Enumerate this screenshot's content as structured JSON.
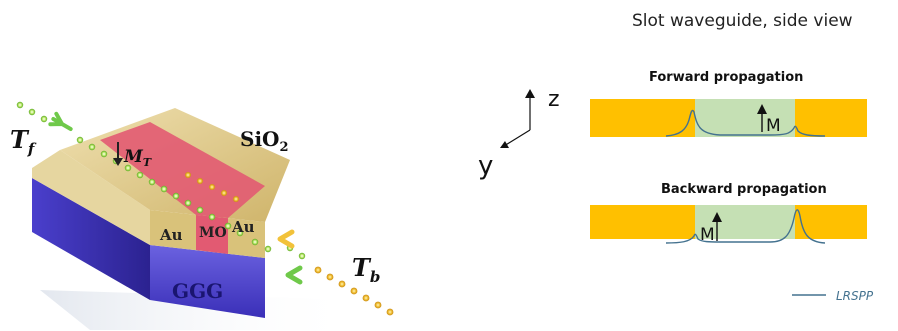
{
  "left_panel": {
    "labels": {
      "t_forward": "T",
      "t_forward_sub": "f",
      "t_backward": "T",
      "t_backward_sub": "b",
      "magnetization": "M",
      "magnetization_sub": "T",
      "cladding": "SiO",
      "cladding_sub": "2",
      "electrode_left": "Au",
      "mo_layer": "MO",
      "electrode_right": "Au",
      "substrate": "GGG"
    },
    "colors": {
      "substrate_blue": "#5b4fd4",
      "gold_layer": "#d9c27a",
      "mo_stripe": "#e25a72",
      "light_dot": "#8fcf3a",
      "arrow_glow": "#6fc94a"
    }
  },
  "right_panel": {
    "title": "Slot waveguide, side view",
    "axes": {
      "z_label": "z",
      "y_label": "y"
    },
    "forward": {
      "heading": "Forward propagation",
      "magnet_label": "M",
      "magnet_direction": "up"
    },
    "backward": {
      "heading": "Backward propagation",
      "magnet_label": "M",
      "magnet_direction": "up"
    },
    "legend": {
      "label": "LRSPP"
    },
    "colors": {
      "metal": "#ffc000",
      "slot": "#c5e0b4",
      "mode_curve": "#44728f"
    }
  }
}
